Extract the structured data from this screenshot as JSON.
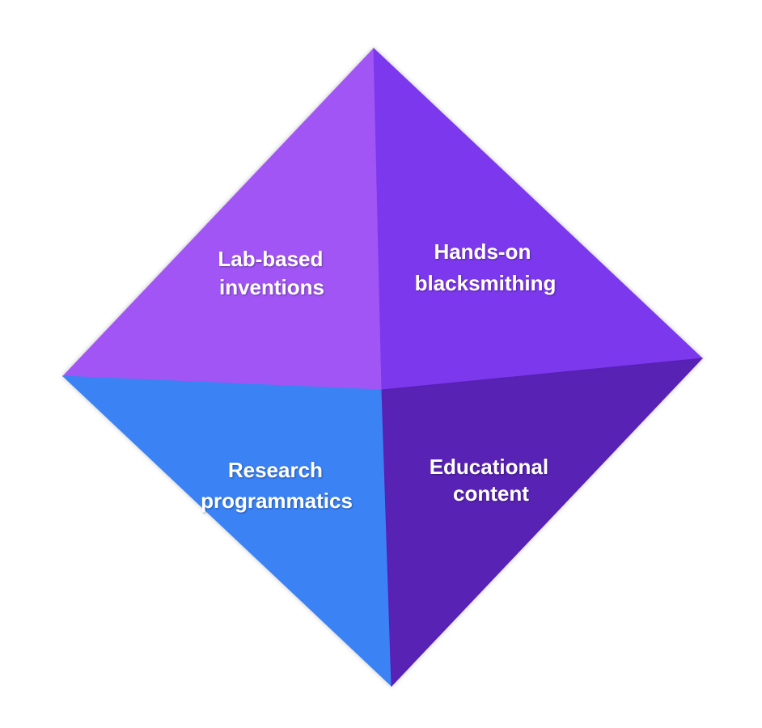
{
  "diagram": {
    "faces": [
      {
        "id": "top-left",
        "lines": [
          "Lab-based",
          "inventions"
        ],
        "color": "#a155f5"
      },
      {
        "id": "top-right",
        "lines": [
          "Hands-on",
          "blacksmithing"
        ],
        "color": "#7b39ed"
      },
      {
        "id": "bottom-left",
        "lines": [
          "Research",
          "programmatics"
        ],
        "color": "#3b82f5"
      },
      {
        "id": "bottom-right",
        "lines": [
          "Educational",
          "content"
        ],
        "color": "#5820b5"
      }
    ]
  }
}
